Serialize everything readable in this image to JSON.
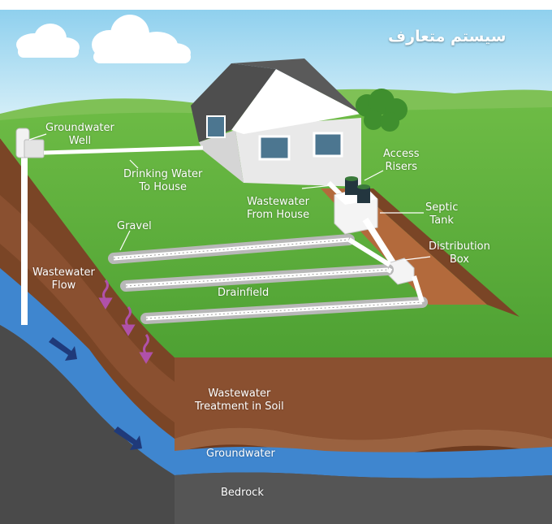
{
  "title": "سیستم متعارف",
  "labels": {
    "groundwater_well": [
      "Groundwater",
      "Well"
    ],
    "drinking_water": [
      "Drinking Water",
      "To House"
    ],
    "access_risers": [
      "Access",
      "Risers"
    ],
    "wastewater_from_house": [
      "Wastewater",
      "From House"
    ],
    "septic_tank": [
      "Septic",
      "Tank"
    ],
    "gravel": "Gravel",
    "distribution_box": [
      "Distribution",
      "Box"
    ],
    "wastewater_flow": [
      "Wastewater",
      "Flow"
    ],
    "drainfield": "Drainfield",
    "wastewater_treatment": [
      "Wastewater",
      "Treatment in Soil"
    ],
    "groundwater": "Groundwater",
    "bedrock": "Bedrock"
  },
  "colors": {
    "sky": "#a9dcf0",
    "grass": "#5aaa3a",
    "soil": "#7a4526",
    "groundwater": "#3f86cf",
    "bedrock": "#555555",
    "arrow_wastewater": "#b051a9",
    "arrow_groundwater": "#1f3a7a"
  }
}
